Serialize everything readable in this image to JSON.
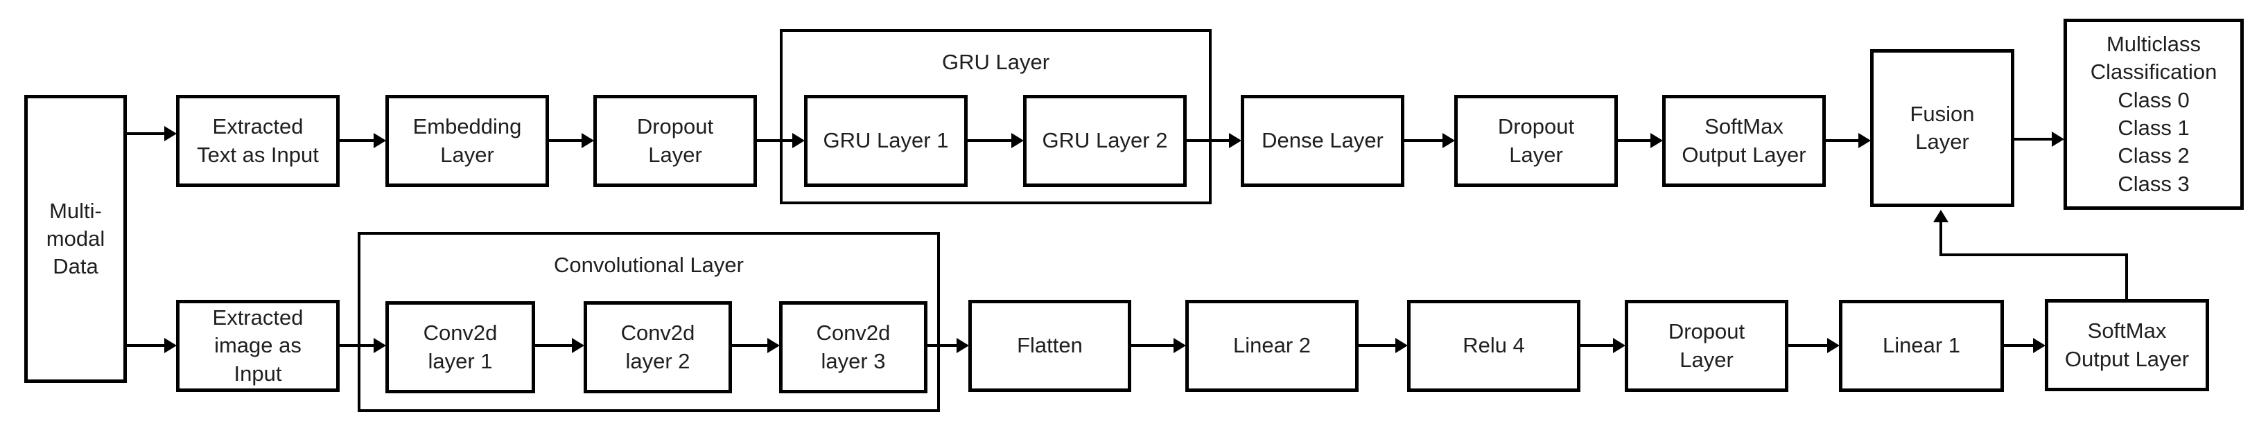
{
  "diagram": {
    "background_color": "#ffffff",
    "line_color": "#000000",
    "text_color": "#1f1f1f",
    "nodes": {
      "multimodal": {
        "label": "Multi-\nmodal\nData"
      },
      "extracted_text": {
        "label": "Extracted\nText as Input"
      },
      "embedding": {
        "label": "Embedding\nLayer"
      },
      "dropout_text": {
        "label": "Dropout\nLayer"
      },
      "gru1": {
        "label": "GRU Layer 1"
      },
      "gru2": {
        "label": "GRU Layer 2"
      },
      "dense": {
        "label": "Dense Layer"
      },
      "dropout_text2": {
        "label": "Dropout\nLayer"
      },
      "softmax_text": {
        "label": "SoftMax\nOutput Layer"
      },
      "fusion": {
        "label": "Fusion\nLayer"
      },
      "multiclass": {
        "label": "Multiclass\nClassification\nClass 0\nClass 1\nClass 2\nClass 3"
      },
      "extracted_image": {
        "label": "Extracted\nimage as\nInput"
      },
      "conv1": {
        "label": "Conv2d\nlayer 1"
      },
      "conv2": {
        "label": "Conv2d\nlayer 2"
      },
      "conv3": {
        "label": "Conv2d\nlayer 3"
      },
      "flatten": {
        "label": "Flatten"
      },
      "linear2": {
        "label": "Linear 2"
      },
      "relu4": {
        "label": "Relu 4"
      },
      "dropout_image": {
        "label": "Dropout\nLayer"
      },
      "linear1": {
        "label": "Linear 1"
      },
      "softmax_image": {
        "label": "SoftMax\nOutput Layer"
      }
    },
    "containers": {
      "gru": {
        "label": "GRU Layer"
      },
      "conv": {
        "label": "Convolutional Layer"
      }
    },
    "edges": [
      "Multi-modal Data -> Extracted Text as Input",
      "Extracted Text as Input -> Embedding Layer",
      "Embedding Layer -> Dropout Layer",
      "Dropout Layer -> GRU Layer 1",
      "GRU Layer 1 -> GRU Layer 2",
      "GRU Layer 2 -> Dense Layer",
      "Dense Layer -> Dropout Layer",
      "Dropout Layer -> SoftMax Output Layer",
      "SoftMax Output Layer -> Fusion Layer",
      "Fusion Layer -> Multiclass Classification",
      "Multi-modal Data -> Extracted image as Input",
      "Extracted image as Input -> Conv2d layer 1",
      "Conv2d layer 1 -> Conv2d layer 2",
      "Conv2d layer 2 -> Conv2d layer 3",
      "Conv2d layer 3 -> Flatten",
      "Flatten -> Linear 2",
      "Linear 2 -> Relu 4",
      "Relu 4 -> Dropout Layer",
      "Dropout Layer -> Linear 1",
      "Linear 1 -> SoftMax Output Layer",
      "SoftMax Output Layer -> Fusion Layer"
    ]
  }
}
